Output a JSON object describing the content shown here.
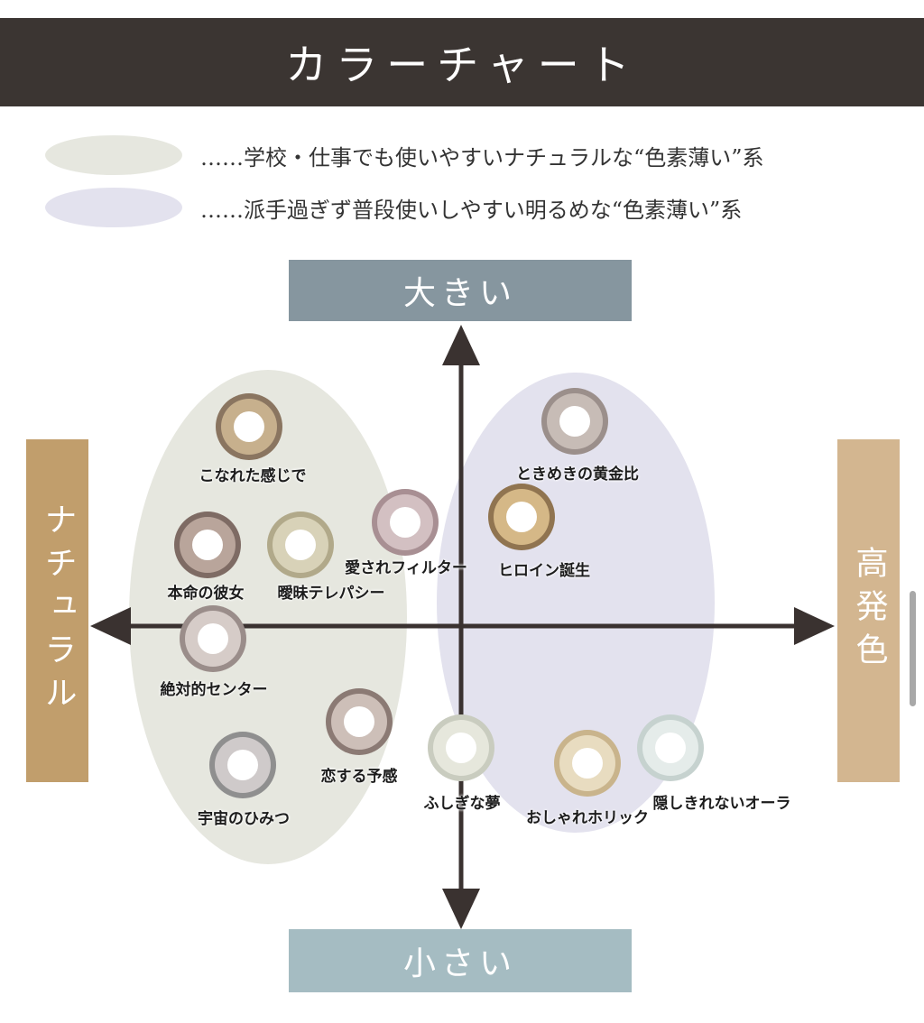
{
  "title": "カラーチャート",
  "legend": [
    {
      "color": "#e6e7df",
      "text": "……学校・仕事でも使いやすいナチュラルな“色素薄い”系"
    },
    {
      "color": "#e3e2ee",
      "text": "……派手過ぎず普段使いしやすい明るめな“色素薄い”系"
    }
  ],
  "axes": {
    "top": "大きい",
    "bottom": "小さい",
    "left": "ナチュラル",
    "right": "高発色"
  },
  "colors": {
    "header_bg": "#3b3532",
    "natural_ellipse": "#e6e7df",
    "bright_ellipse": "#e3e2ee",
    "axis": "#3a3230"
  },
  "lenses": [
    {
      "name": "こなれた感じで",
      "ring": "#8a7560",
      "iris": "#c7b08d"
    },
    {
      "name": "ときめきの黄金比",
      "ring": "#9b8f8b",
      "iris": "#c7bcb6"
    },
    {
      "name": "本命の彼女",
      "ring": "#7e6b64",
      "iris": "#b9a59b"
    },
    {
      "name": "曖昧テレパシー",
      "ring": "#b1a98a",
      "iris": "#d8d2b8"
    },
    {
      "name": "愛されフィルター",
      "ring": "#a88f93",
      "iris": "#d3c0c2"
    },
    {
      "name": "ヒロイン誕生",
      "ring": "#907450",
      "iris": "#d5b887"
    },
    {
      "name": "絶対的センター",
      "ring": "#9a8d8a",
      "iris": "#d6ccc8"
    },
    {
      "name": "恋する予感",
      "ring": "#8b7a74",
      "iris": "#cdbfb8"
    },
    {
      "name": "宇宙のひみつ",
      "ring": "#8f8f8f",
      "iris": "#cfcaca"
    },
    {
      "name": "ふしぎな夢",
      "ring": "#c9ccbf",
      "iris": "#e6e7dc"
    },
    {
      "name": "おしゃれホリック",
      "ring": "#c9b48c",
      "iris": "#e8dcc0"
    },
    {
      "name": "隠しきれないオーラ",
      "ring": "#c6d2cf",
      "iris": "#e5ecea"
    }
  ]
}
